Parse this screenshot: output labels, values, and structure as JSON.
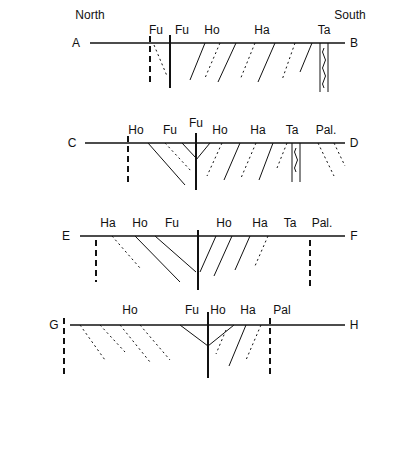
{
  "diagram": {
    "labels": [
      "North",
      "South",
      "A",
      "Fu",
      "Fu",
      "Ho",
      "Ha",
      "Ta",
      "B",
      "C",
      "Ho",
      "Fu",
      "Fu",
      "Ho",
      "Ha",
      "Ta",
      "Pal.",
      "D",
      "E",
      "Ha",
      "Ho",
      "Fu",
      "Ho",
      "Ha",
      "Ta",
      "Pal.",
      "F",
      "G",
      "Ho",
      "Fu",
      "Ho",
      "Ha",
      "Pal",
      "H"
    ]
  }
}
